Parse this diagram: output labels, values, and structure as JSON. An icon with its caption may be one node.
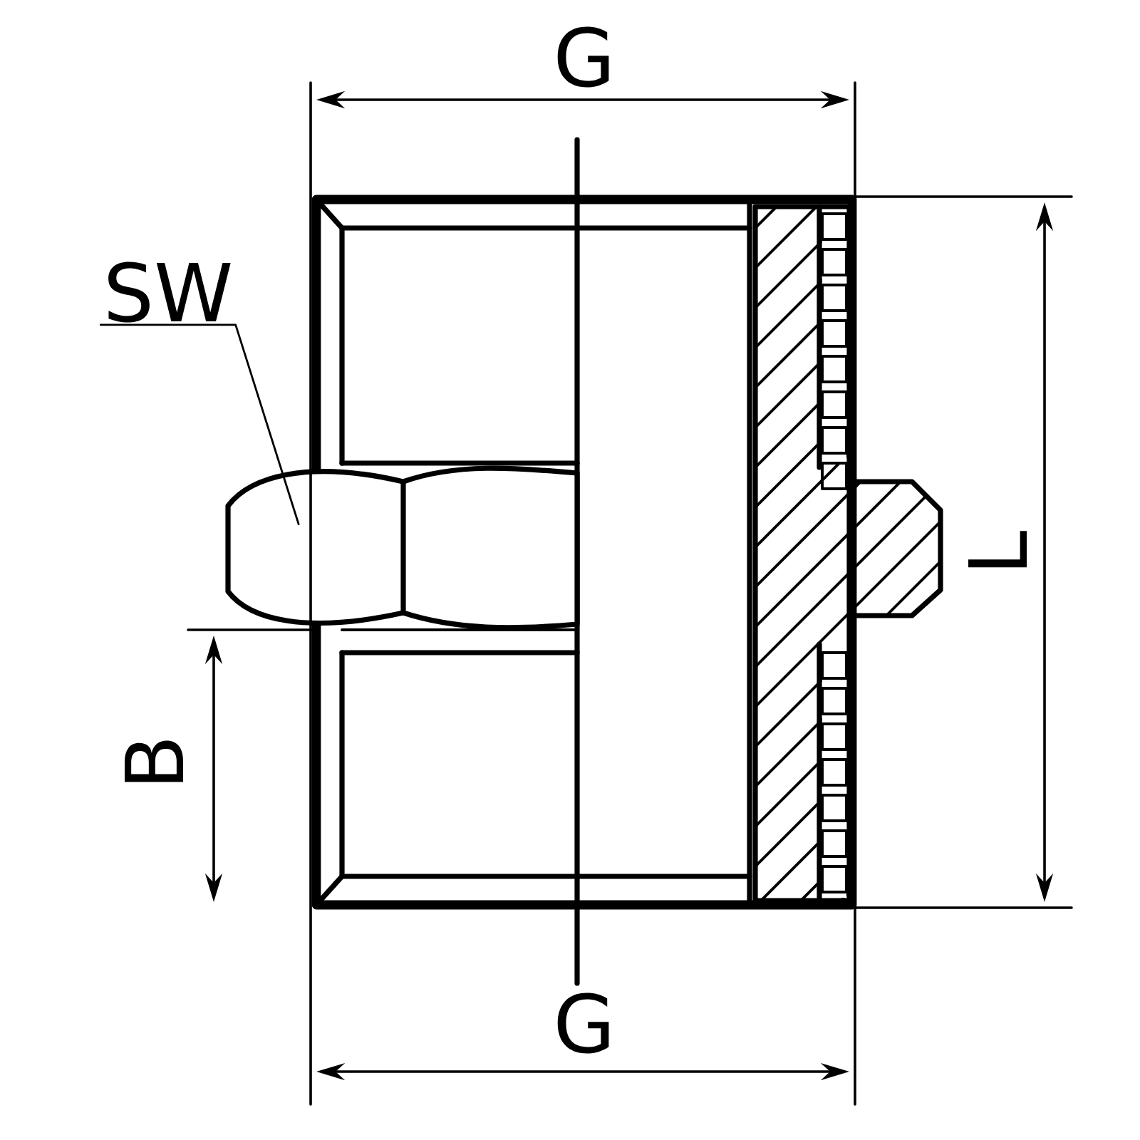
{
  "diagram": {
    "nodes": [
      {
        "text": [
          "SW"
        ]
      },
      {
        "text": [],
        "shape": "hexagon"
      }
    ],
    "edges": [
      {
        "from": 0,
        "to": 1,
        "arrow": "none"
      }
    ],
    "labels": [
      "G",
      "L",
      "B",
      "G"
    ]
  }
}
